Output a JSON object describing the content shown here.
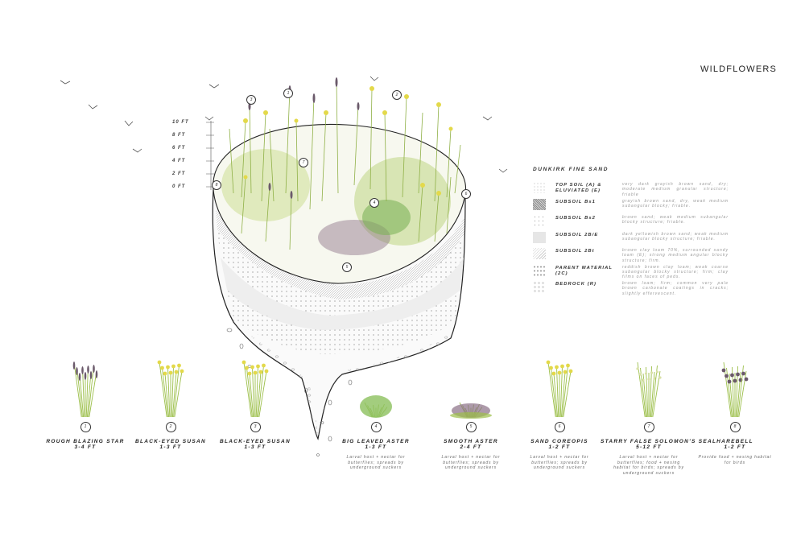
{
  "title": "WILDFLOWERS",
  "height_scale": [
    "10 FT",
    "8 FT",
    "6 FT",
    "4 FT",
    "2 FT",
    "0 FT"
  ],
  "legend": {
    "title": "DUNKIRK FINE SAND",
    "items": [
      {
        "label": "TOP SOIL (A) & ELUVIATED (E)",
        "desc": "very dark grayish brown sand, dry; moderate medium granular structure; friable"
      },
      {
        "label": "SUBSOIL Bs1",
        "desc": "grayish brown sand, dry, weak medium subangular blocky; friable."
      },
      {
        "label": "SUBSOIL Bs2",
        "desc": "brown sand; weak medium subangular blocky structure; friable."
      },
      {
        "label": "SUBSOIL 2B/E",
        "desc": "dark yellowish brown sand; weak medium subangular blocky structure; friable."
      },
      {
        "label": "SUBSOIL 2Bt",
        "desc": "brown clay loam 70%, surrounded sandy loam (E); strong medium angular blocky structure; firm."
      },
      {
        "label": "PARENT MATERIAL (2C)",
        "desc": "reddish brown clay loam; weak coarse subangular blocky structure; firm; clay films on faces of peds."
      },
      {
        "label": "BEDROCK (R)",
        "desc": "brown loam; firm; common very pale brown carbonate coatings in cracks; slightly effervescent."
      }
    ]
  },
  "plants": [
    {
      "num": "1",
      "name": "ROUGH BLAZING STAR",
      "height": "3-4 FT",
      "desc": ""
    },
    {
      "num": "2",
      "name": "BLACK-EYED SUSAN",
      "height": "1-3 FT",
      "desc": ""
    },
    {
      "num": "3",
      "name": "BLACK-EYED SUSAN",
      "height": "1-3 FT",
      "desc": ""
    },
    {
      "num": "4",
      "name": "BIG LEAVED ASTER",
      "height": "1-3 FT",
      "desc": "Larval host + nectar for butterflies; spreads by underground suckers"
    },
    {
      "num": "5",
      "name": "SMOOTH ASTER",
      "height": "2-4 FT",
      "desc": "Larval host + nectar for butterflies; spreads by underground suckers"
    },
    {
      "num": "6",
      "name": "SAND COREOPIS",
      "height": "1-2 FT",
      "desc": "Larval host + nectar for butterflies; spreads by underground suckers"
    },
    {
      "num": "7",
      "name": "STARRY FALSE SOLOMON'S SEAL",
      "height": "5-12 FT",
      "desc": "Larval host + nectar for butterflies; food + nesing habitat for birds; spreads by underground suckers"
    },
    {
      "num": "8",
      "name": "HAREBELL",
      "height": "1-2 FT",
      "desc": "Provide food + nesing habitat for birds"
    }
  ],
  "colors": {
    "grass": "#9cbf4a",
    "flower": "#e3d94a",
    "aster": "#8a6f86",
    "ink": "#333333"
  }
}
